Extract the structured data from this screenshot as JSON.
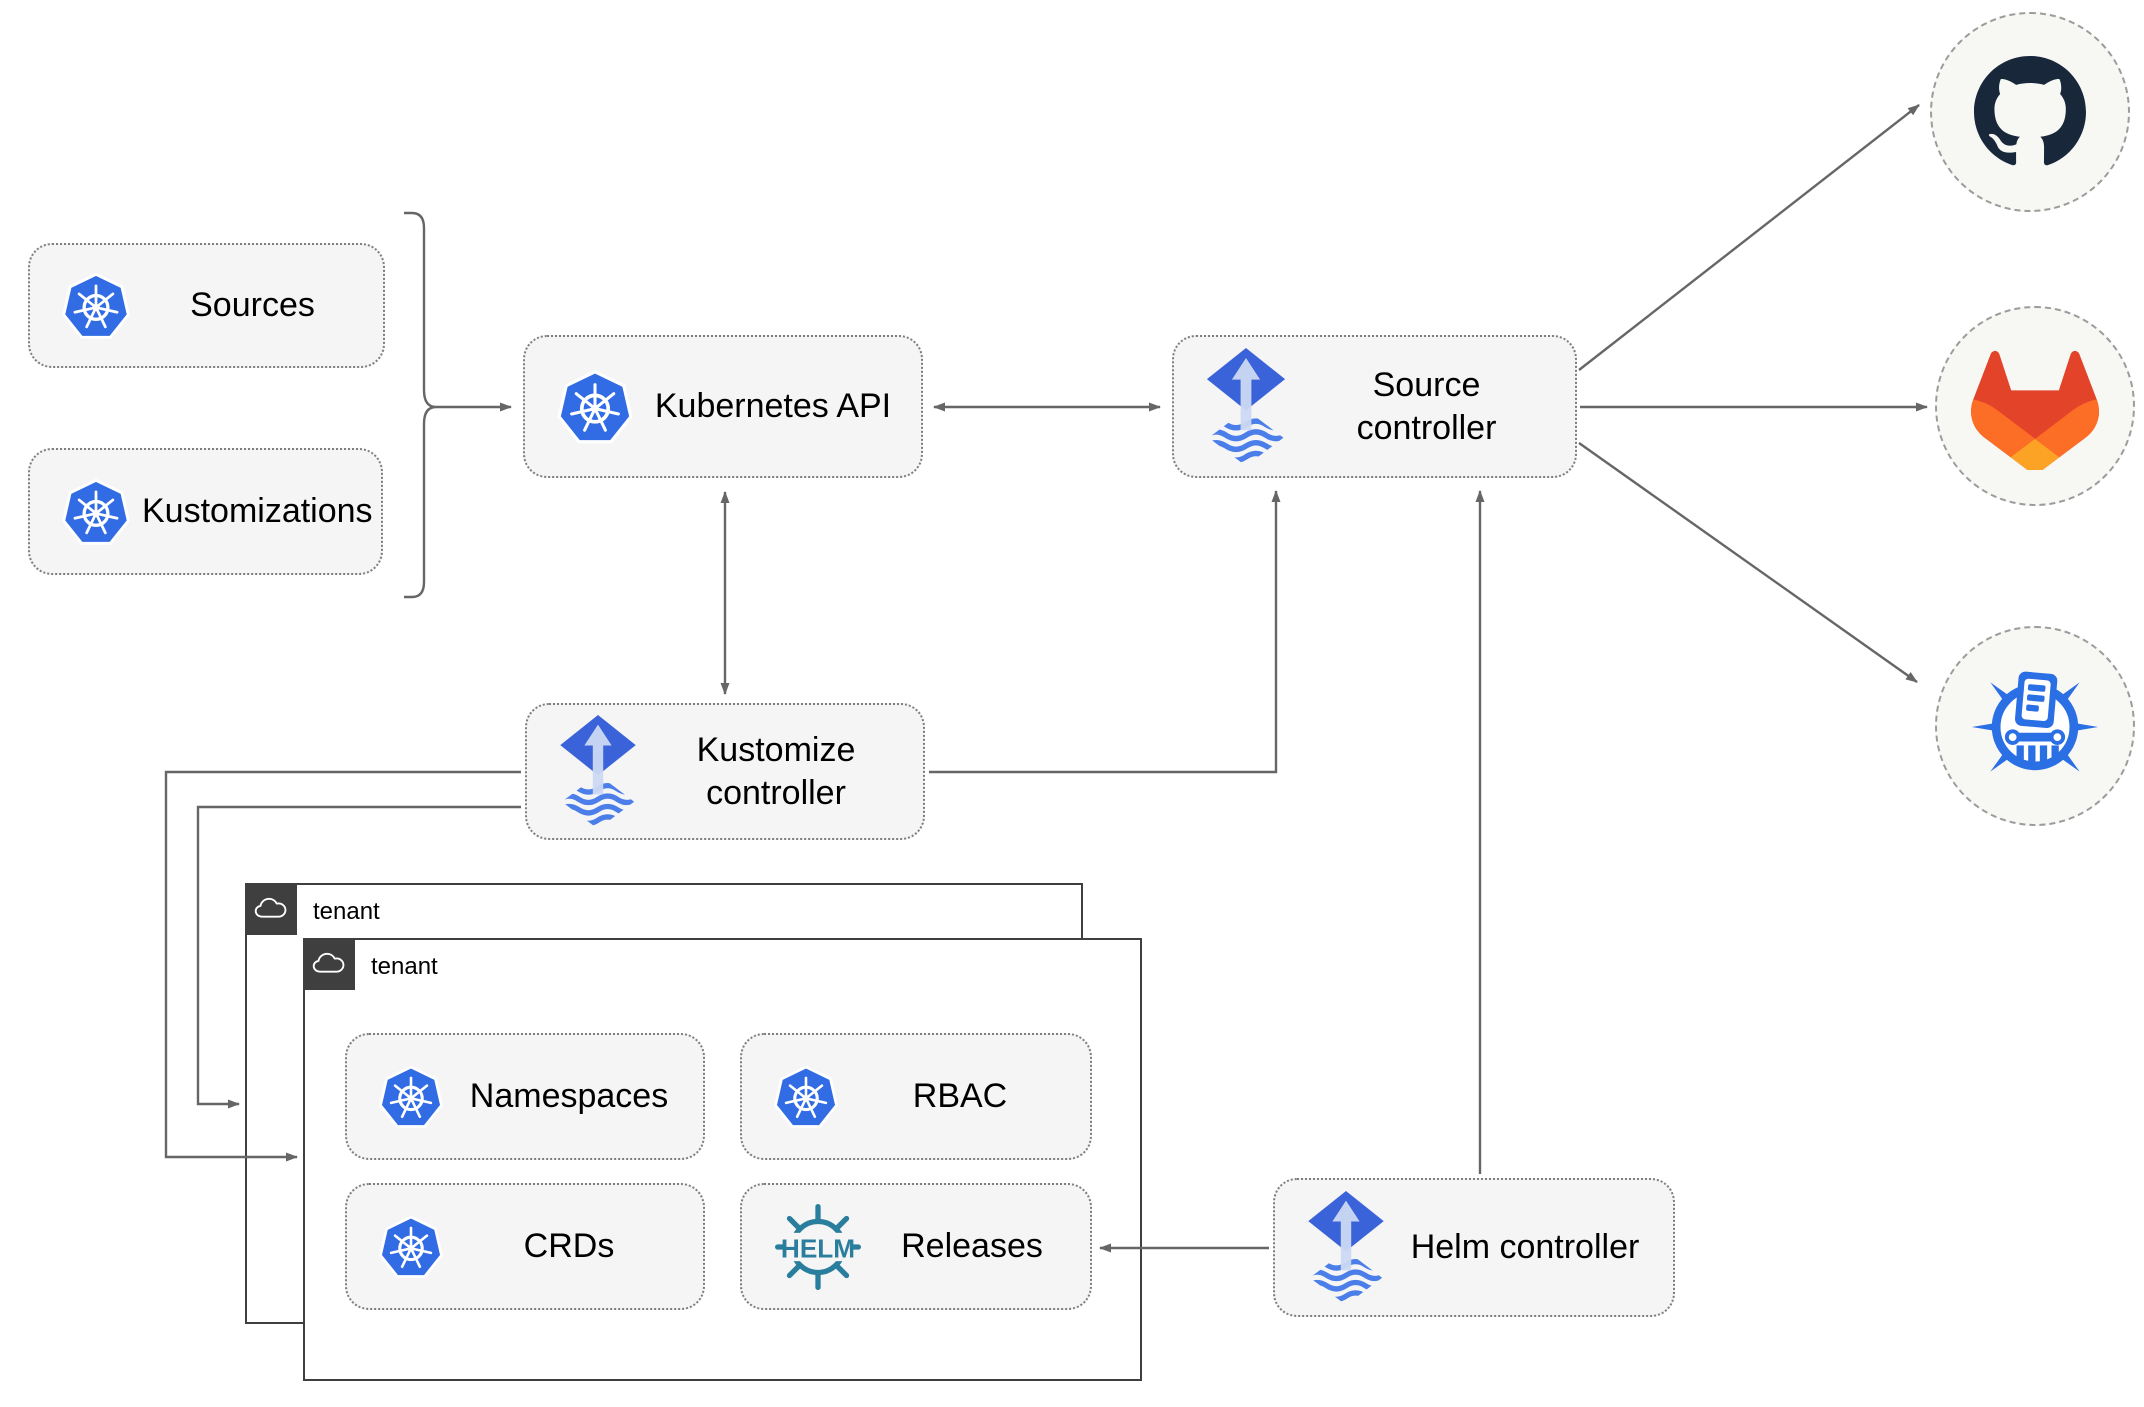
{
  "nodes": {
    "sources": {
      "label": "Sources",
      "icon": "kubernetes"
    },
    "kustomizations": {
      "label": "Kustomizations",
      "icon": "kubernetes"
    },
    "kubernetes_api": {
      "label": "Kubernetes API",
      "icon": "kubernetes"
    },
    "source_controller": {
      "label": "Source controller",
      "icon": "flux"
    },
    "kustomize_controller": {
      "label": "Kustomize controller",
      "icon": "flux"
    },
    "helm_controller": {
      "label": "Helm controller",
      "icon": "flux"
    },
    "namespaces": {
      "label": "Namespaces",
      "icon": "kubernetes"
    },
    "rbac": {
      "label": "RBAC",
      "icon": "kubernetes"
    },
    "crds": {
      "label": "CRDs",
      "icon": "kubernetes"
    },
    "releases": {
      "label": "Releases",
      "icon": "helm-wheel"
    },
    "github": {
      "icon": "github"
    },
    "gitlab": {
      "icon": "gitlab"
    },
    "chartmuseum": {
      "icon": "chartmuseum"
    }
  },
  "tenants": [
    {
      "label": "tenant",
      "icon": "cloud"
    },
    {
      "label": "tenant",
      "icon": "cloud"
    }
  ],
  "colors": {
    "kubernetes_blue": "#326ce5",
    "flux_blue": "#3a62d9",
    "flux_wave_blue": "#4b7ee8",
    "helm_teal": "#2a7e9d",
    "chartmuseum_blue": "#2b6fe4",
    "github_dark": "#18283a",
    "gitlab_red_orange": "#e24329",
    "gitlab_orange": "#fc6d26",
    "gitlab_yellow_orange": "#fca326",
    "node_fill": "#f5f5f5",
    "wire_gray": "#666666",
    "tenant_tab_gray": "#3f3f3f"
  }
}
